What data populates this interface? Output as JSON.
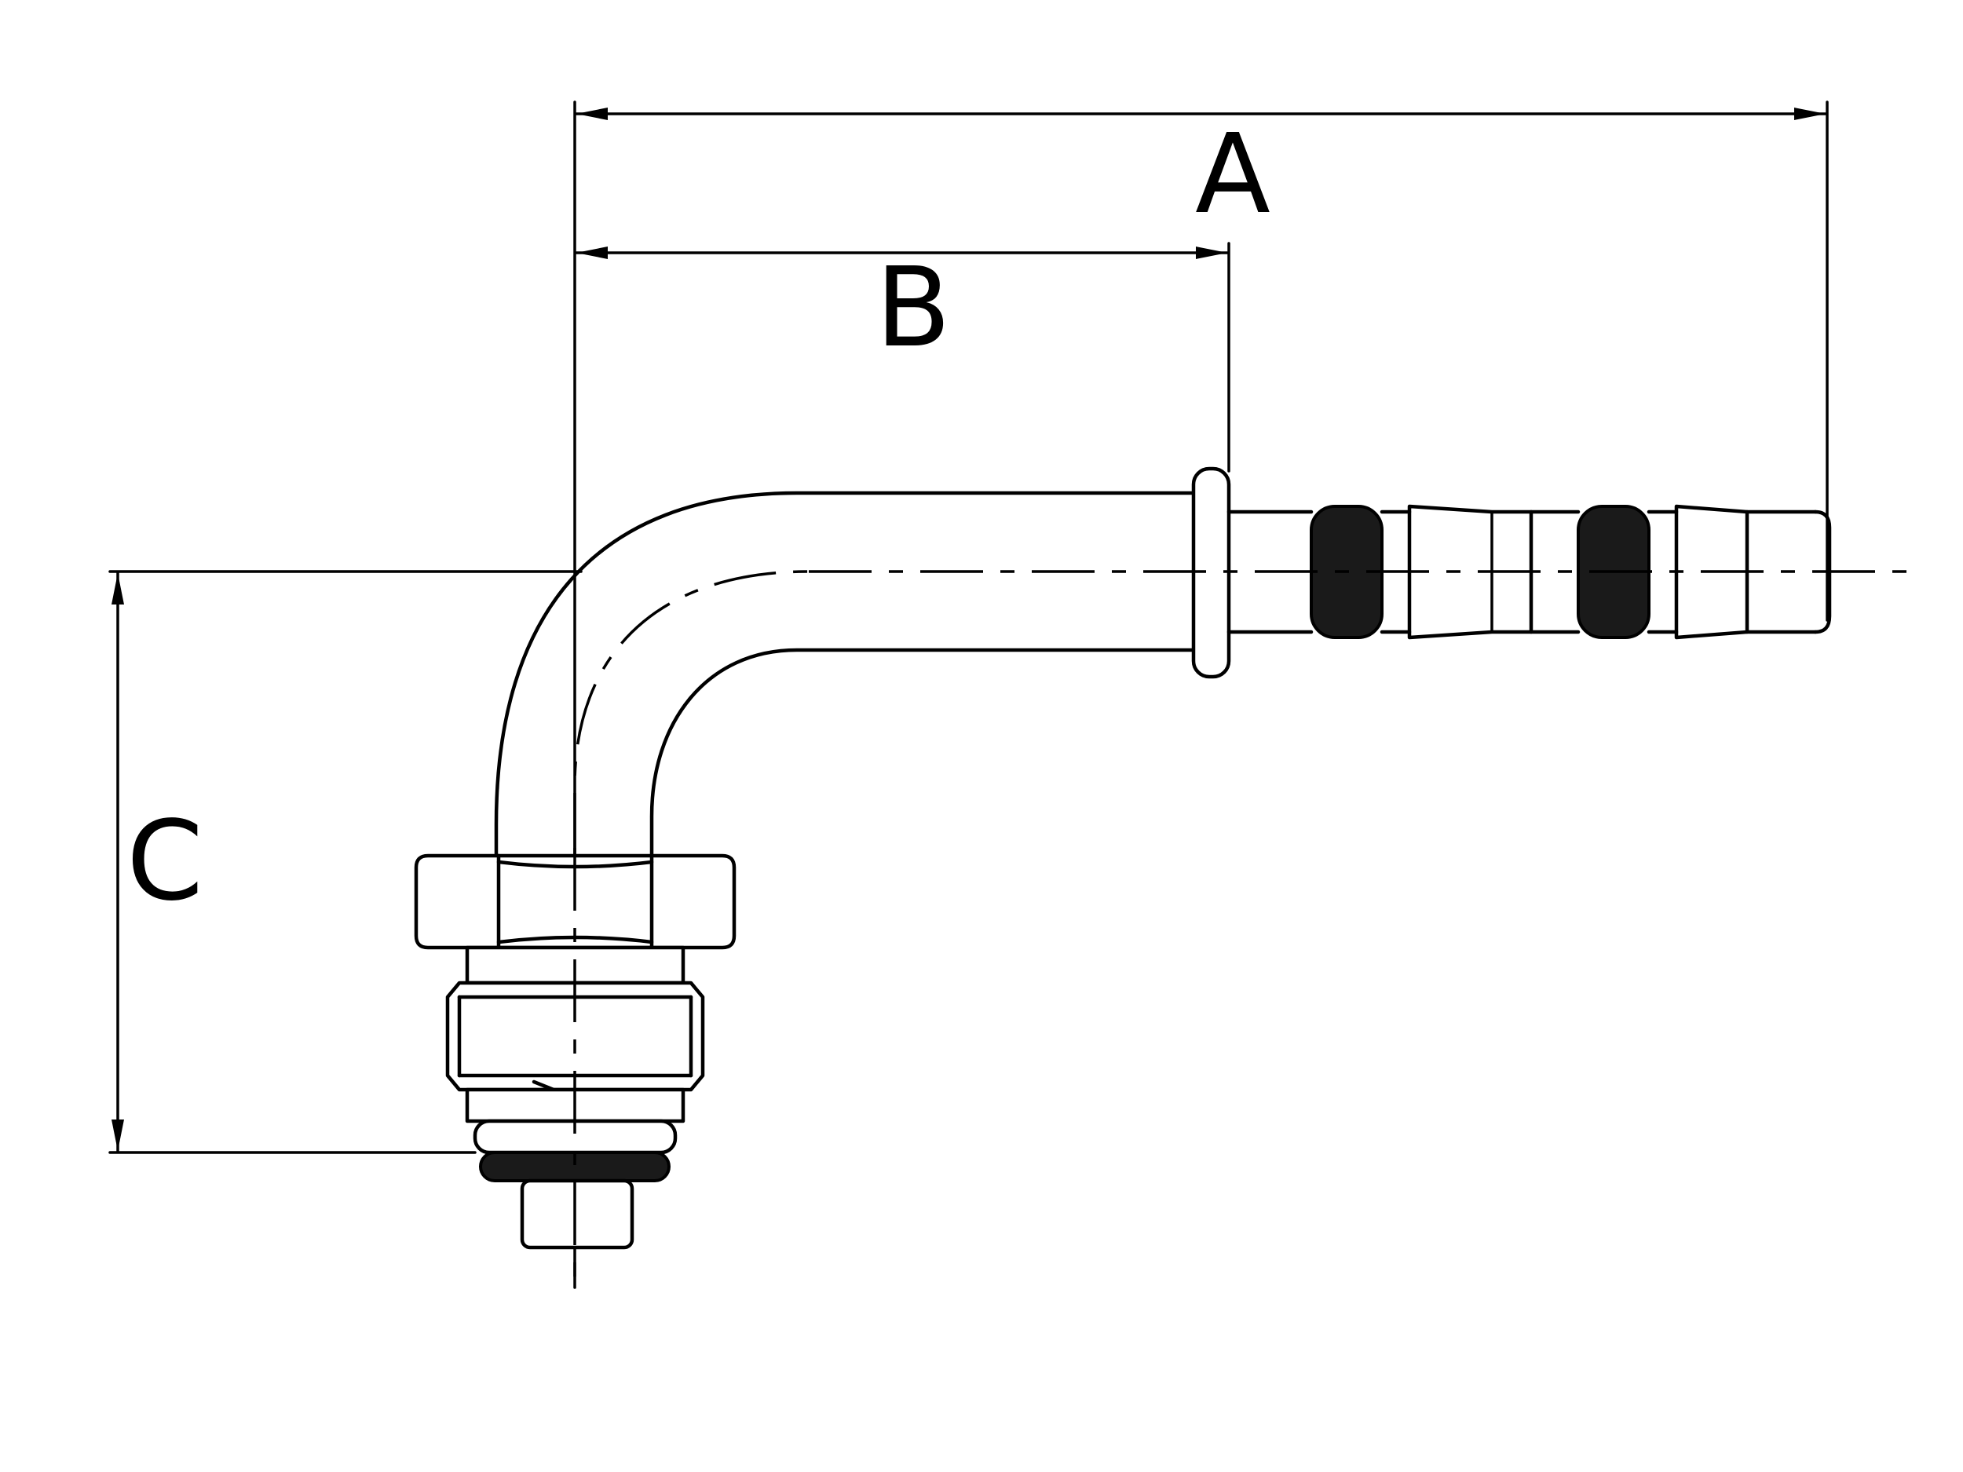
{
  "dimensions": {
    "a": "A",
    "b": "B",
    "c": "C"
  },
  "colors": {
    "line": "#000000",
    "background": "#ffffff",
    "seal": "#1a1a1a"
  }
}
